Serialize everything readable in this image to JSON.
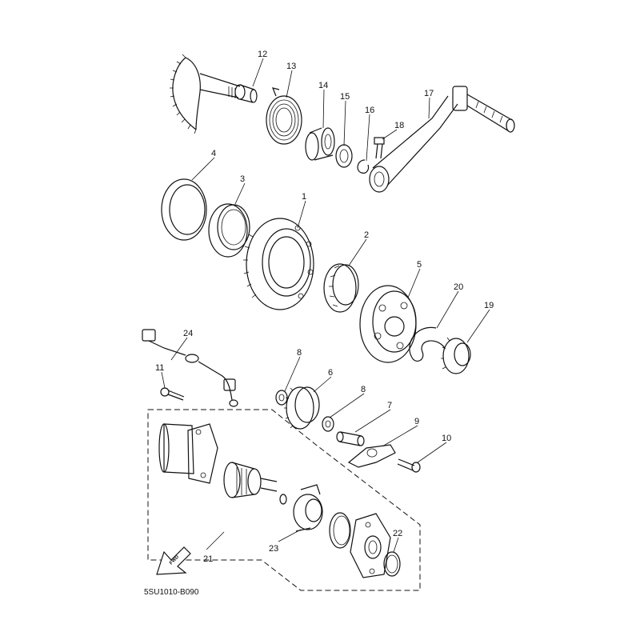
{
  "diagram": {
    "code": "5SU1010-B090",
    "fwd_label": "FWD",
    "callouts": [
      {
        "id": "c1",
        "label": "1"
      },
      {
        "id": "c2",
        "label": "2"
      },
      {
        "id": "c3",
        "label": "3"
      },
      {
        "id": "c4",
        "label": "4"
      },
      {
        "id": "c5",
        "label": "5"
      },
      {
        "id": "c6",
        "label": "6"
      },
      {
        "id": "c7",
        "label": "7"
      },
      {
        "id": "c8a",
        "label": "8"
      },
      {
        "id": "c8b",
        "label": "8"
      },
      {
        "id": "c9",
        "label": "9"
      },
      {
        "id": "c10",
        "label": "10"
      },
      {
        "id": "c11",
        "label": "11"
      },
      {
        "id": "c12",
        "label": "12"
      },
      {
        "id": "c13",
        "label": "13"
      },
      {
        "id": "c14",
        "label": "14"
      },
      {
        "id": "c15",
        "label": "15"
      },
      {
        "id": "c16",
        "label": "16"
      },
      {
        "id": "c17",
        "label": "17"
      },
      {
        "id": "c18",
        "label": "18"
      },
      {
        "id": "c19",
        "label": "19"
      },
      {
        "id": "c20",
        "label": "20"
      },
      {
        "id": "c21",
        "label": "21"
      },
      {
        "id": "c22",
        "label": "22"
      },
      {
        "id": "c23",
        "label": "23"
      },
      {
        "id": "c24",
        "label": "24"
      }
    ]
  }
}
